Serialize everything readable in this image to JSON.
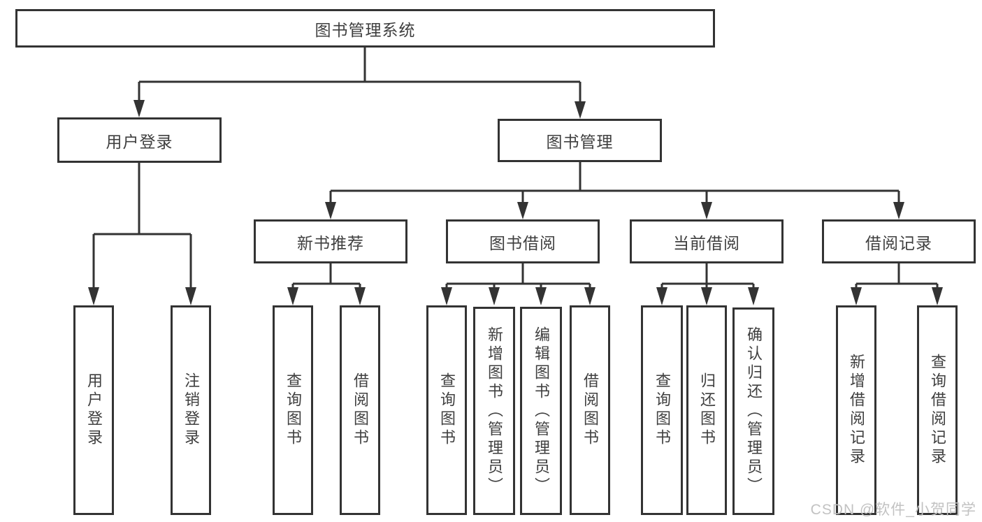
{
  "diagram": {
    "root": {
      "label": "图书管理系统"
    },
    "branches": {
      "user_login": {
        "label": "用户登录",
        "children": [
          {
            "label": "用户登录"
          },
          {
            "label": "注销登录"
          }
        ]
      },
      "book_management": {
        "label": "图书管理",
        "children": {
          "new_book_recommend": {
            "label": "新书推荐",
            "children": [
              {
                "label": "查询图书"
              },
              {
                "label": "借阅图书"
              }
            ]
          },
          "book_borrowing": {
            "label": "图书借阅",
            "children": [
              {
                "label": "查询图书"
              },
              {
                "label": "新增图书（管理员）"
              },
              {
                "label": "编辑图书（管理员）"
              },
              {
                "label": "借阅图书"
              }
            ]
          },
          "current_borrowing": {
            "label": "当前借阅",
            "children": [
              {
                "label": "查询图书"
              },
              {
                "label": "归还图书"
              },
              {
                "label": "确认归还（管理员）"
              }
            ]
          },
          "borrowing_records": {
            "label": "借阅记录",
            "children": [
              {
                "label": "新增借阅记录"
              },
              {
                "label": "查询借阅记录"
              }
            ]
          }
        }
      }
    },
    "line_color": "#333333"
  },
  "watermark": {
    "text": "CSDN @软件_小贺同学"
  }
}
